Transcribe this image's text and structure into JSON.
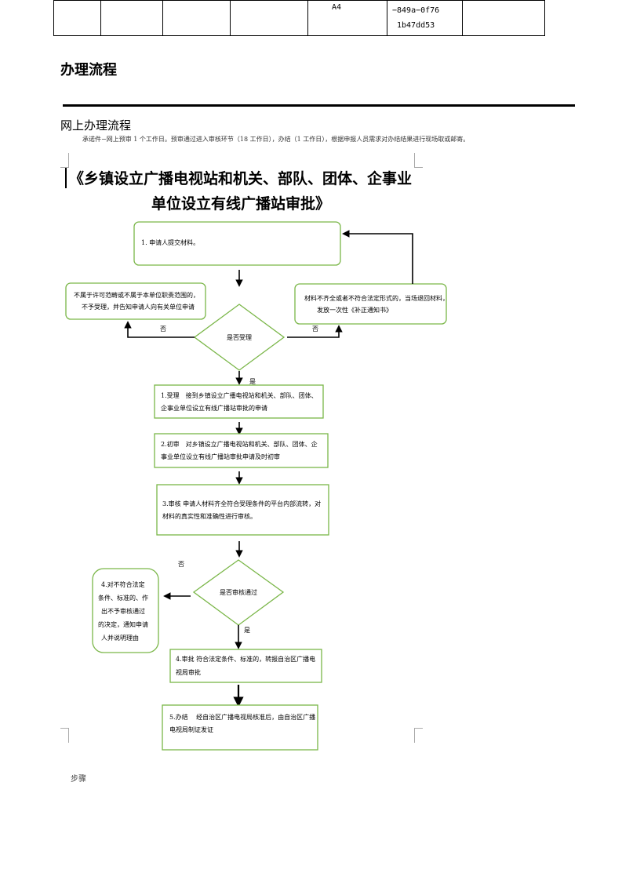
{
  "top_table": {
    "cells": [
      "",
      "",
      "",
      "",
      "A4",
      "−849a−0f76",
      ""
    ],
    "cell6_line2": "1b47dd53"
  },
  "section_title": "办理流程",
  "subtitle": "网上办理流程",
  "note": "承诺件−网上预审 1 个工作日。预审通过进入审核环节（18 工作日），办结（1 工作日），根据申报人员需求对办结结果进行现场取或邮寄。",
  "flowchart": {
    "title_line1": "《乡镇设立广播电视站和机关、部队、团体、企事业",
    "title_line2": "单位设立有线广播站审批》",
    "box_submit": "1. 申请人提交材料。",
    "box_reject_left": [
      "不属于许可范畴或不属于本单位职责范围的，",
      "不予受理，并告知申请人向有关单位申请"
    ],
    "box_reject_right": [
      "材料不齐全或者不符合法定形式的，当场退回材料，",
      "发放一次性《补正通知书》"
    ],
    "diamond_accept": "是否受理",
    "label_no_left": "否",
    "label_no_right": "否",
    "label_yes_1": "是",
    "box_accept": [
      "1.受理　接到乡镇设立广播电视站和机关、部队、团体、",
      "企事业单位设立有线广播站审批的申请"
    ],
    "box_pretrial": [
      "2.初审　对乡镇设立广播电视站和机关、部队、团体、企",
      "事业单位设立有线广播站审批申请及时初审"
    ],
    "box_review": [
      "3.审核  申请人材料齐全符合受理条件的平台内部流转，对",
      "材料的真实性和准确性进行审核。"
    ],
    "label_no_2": "否",
    "diamond_review": "是否审核通过",
    "label_yes_2": "是",
    "box_not_pass": [
      "4.对不符合法定",
      "条件、标准的、作",
      "出不予审核通过",
      "的决定，通知申请",
      "人并说明理由"
    ],
    "box_approve": [
      "4.审批 符合法定条件、标准的，转报自治区广播电",
      "视局审批"
    ],
    "box_finish": [
      "5.办结　 经自治区广播电视局核准后，由自治区广播",
      "电视局制证发证"
    ]
  },
  "step_label": "步骤",
  "colors": {
    "box_border": "#7ab648",
    "arrow": "#000000",
    "rule": "#000000"
  }
}
